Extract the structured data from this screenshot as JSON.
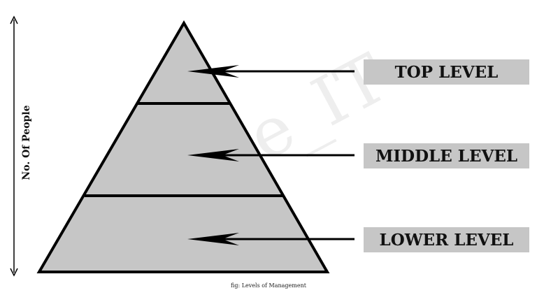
{
  "diagram": {
    "levels": [
      {
        "label": "TOP LEVEL"
      },
      {
        "label": "MIDDLE LEVEL"
      },
      {
        "label": "LOWER LEVEL"
      }
    ],
    "axis_label": "No. Of People",
    "caption": "fig: Levels of Management",
    "watermark": "Note_IT"
  },
  "colors": {
    "pyramid_fill": "#c6c6c6",
    "label_fill": "#c6c6c6",
    "stroke": "#000000",
    "watermark": "#eeeeee"
  }
}
